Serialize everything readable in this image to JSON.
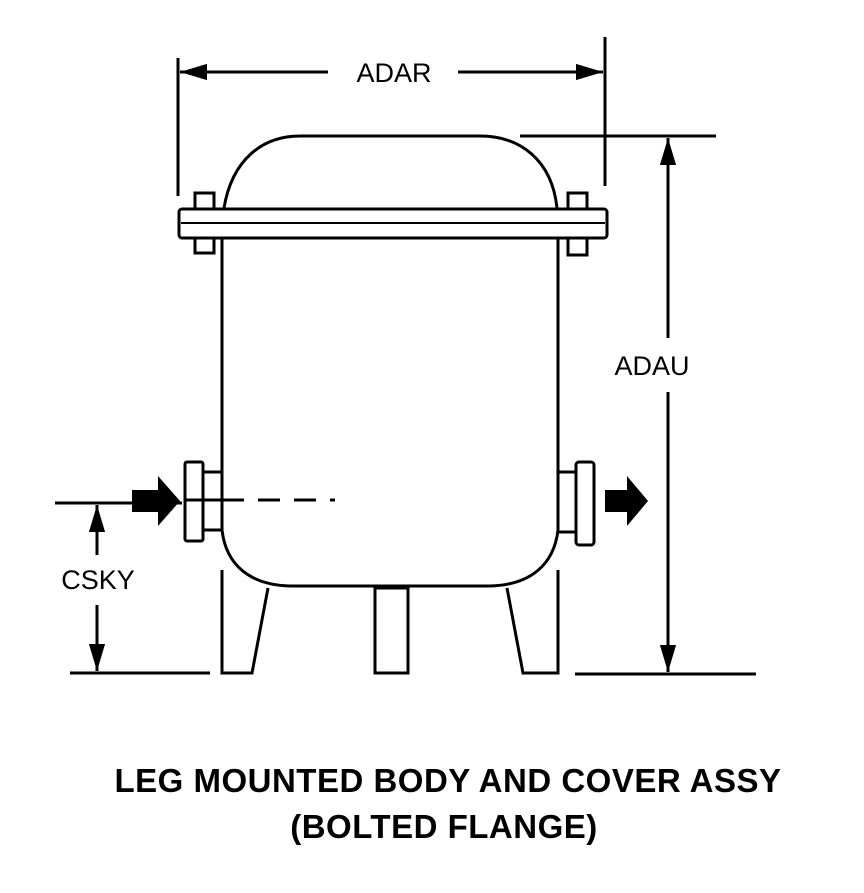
{
  "dimensions": {
    "width_label": "ADAR",
    "height_label": "ADAU",
    "inlet_height_label": "CSKY"
  },
  "caption": {
    "line1": "LEG MOUNTED BODY AND COVER ASSY",
    "line2": "(BOLTED FLANGE)"
  },
  "colors": {
    "ink": "#000000",
    "background": "#ffffff"
  }
}
